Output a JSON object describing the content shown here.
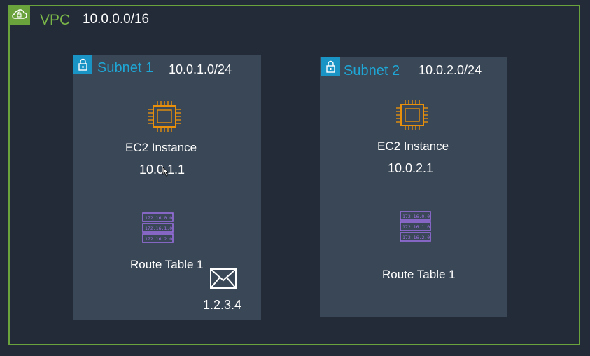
{
  "vpc": {
    "label": "VPC",
    "cidr": "10.0.0.0/16",
    "icon": "cloud-lock-icon",
    "border_color": "#6aa33c"
  },
  "subnets": [
    {
      "name": "Subnet 1",
      "cidr": "10.0.1.0/24",
      "icon": "lock-icon",
      "instance_label": "EC2 Instance",
      "instance_ip": "10.0.1.1",
      "route_table_label": "Route Table 1",
      "route_table_entries": [
        "172.16.0.0",
        "172.16.1.0",
        "172.16.2.0"
      ]
    },
    {
      "name": "Subnet 2",
      "cidr": "10.0.2.0/24",
      "icon": "lock-icon",
      "instance_label": "EC2 Instance",
      "instance_ip": "10.0.2.1",
      "route_table_label": "Route Table 1",
      "route_table_entries": [
        "172.16.0.0",
        "172.16.1.0",
        "172.16.2.0"
      ]
    }
  ],
  "packet": {
    "icon": "envelope-icon",
    "address": "1.2.3.4"
  },
  "colors": {
    "background": "#232b39",
    "subnet_fill": "#3a4756",
    "subnet_accent": "#1a93c5",
    "ec2_orange": "#e8900c",
    "route_purple": "#9a6fe0"
  }
}
